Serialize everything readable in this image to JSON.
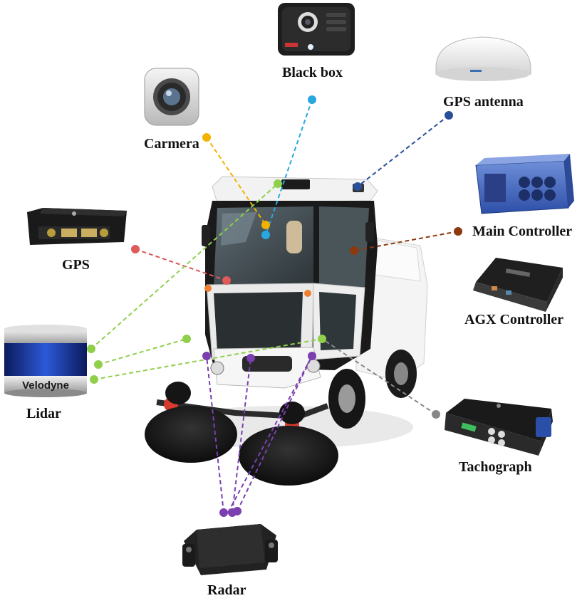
{
  "labels": {
    "black_box": "Black box",
    "gps_antenna": "GPS antenna",
    "camera": "Carmera",
    "main_controller": "Main Controller",
    "gps": "GPS",
    "agx_controller": "AGX Controller",
    "lidar": "Lidar",
    "tachograph": "Tachograph",
    "radar": "Radar"
  },
  "brand_text": {
    "lidar": "Velodyne"
  },
  "colors": {
    "black_box": "#29a8e0",
    "gps_antenna": "#2a4f9a",
    "camera": "#f2b200",
    "main_controller": "#8b3a0e",
    "gps": "#e05a5a",
    "lidar": "#8fcf4a",
    "tachograph": "#888888",
    "radar": "#7b3fb0"
  },
  "icons": [
    "black-box-icon",
    "gps-antenna-icon",
    "camera-icon",
    "main-controller-icon",
    "gps-receiver-icon",
    "agx-controller-icon",
    "lidar-icon",
    "tachograph-icon",
    "radar-icon",
    "sweeper-vehicle"
  ]
}
